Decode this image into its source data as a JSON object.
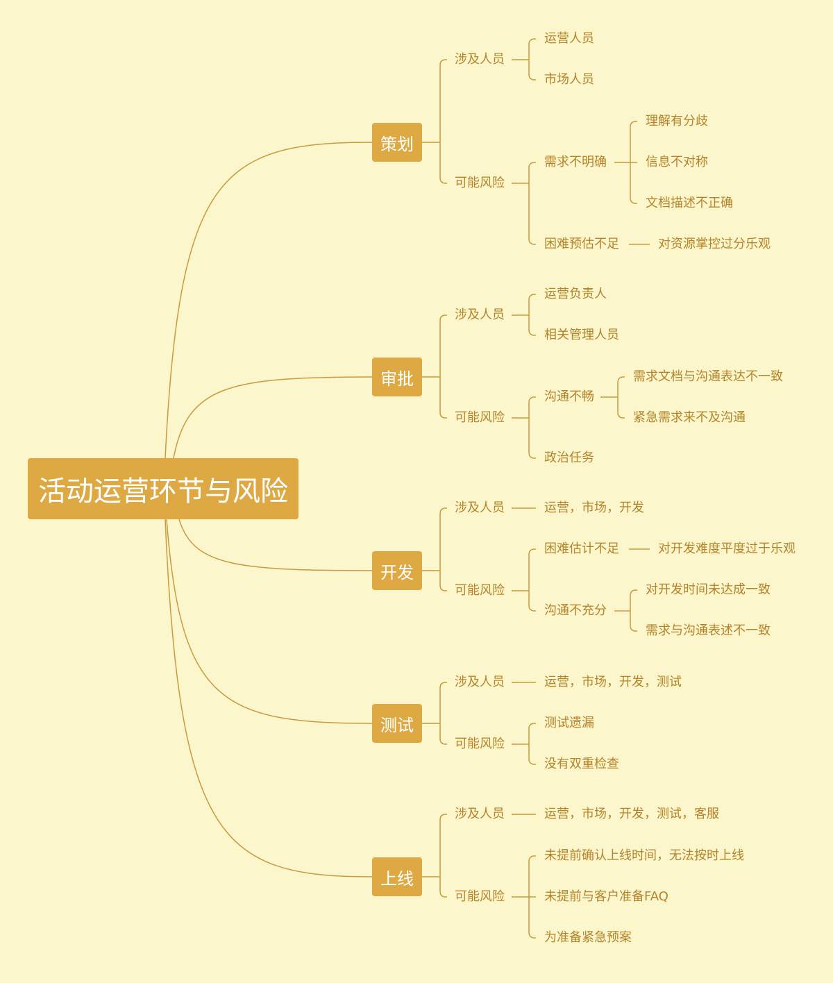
{
  "title": "活动运营环节与风险",
  "colors": {
    "background": "#FCF6CC",
    "node": "#DEA942",
    "line": "#C89B3C",
    "text": "#B5842A"
  },
  "stages": [
    {
      "label": "策划",
      "people": {
        "label": "涉及人员",
        "items": [
          "运营人员",
          "市场人员"
        ]
      },
      "risks": {
        "label": "可能风险",
        "items": [
          {
            "label": "需求不明确",
            "children": [
              "理解有分歧",
              "信息不对称",
              "文档描述不正确"
            ]
          },
          {
            "label": "困难预估不足",
            "children": [
              "对资源掌控过分乐观"
            ]
          }
        ]
      }
    },
    {
      "label": "审批",
      "people": {
        "label": "涉及人员",
        "items": [
          "运营负责人",
          "相关管理人员"
        ]
      },
      "risks": {
        "label": "可能风险",
        "items": [
          {
            "label": "沟通不畅",
            "children": [
              "需求文档与沟通表达不一致",
              "紧急需求来不及沟通"
            ]
          },
          {
            "label": "政治任务",
            "children": []
          }
        ]
      }
    },
    {
      "label": "开发",
      "people": {
        "label": "涉及人员",
        "items": [
          "运营，市场，开发"
        ]
      },
      "risks": {
        "label": "可能风险",
        "items": [
          {
            "label": "困难估计不足",
            "children": [
              "对开发难度平度过于乐观"
            ]
          },
          {
            "label": "沟通不充分",
            "children": [
              "对开发时间未达成一致",
              "需求与沟通表述不一致"
            ]
          }
        ]
      }
    },
    {
      "label": "测试",
      "people": {
        "label": "涉及人员",
        "items": [
          "运营，市场，开发，测试"
        ]
      },
      "risks": {
        "label": "可能风险",
        "items": [
          {
            "label": "测试遗漏",
            "children": []
          },
          {
            "label": "没有双重检查",
            "children": []
          }
        ]
      }
    },
    {
      "label": "上线",
      "people": {
        "label": "涉及人员",
        "items": [
          "运营，市场，开发，测试，客服"
        ]
      },
      "risks": {
        "label": "可能风险",
        "items": [
          {
            "label": "未提前确认上线时间，无法按时上线",
            "children": []
          },
          {
            "label": "未提前与客户准备FAQ",
            "children": []
          },
          {
            "label": "为准备紧急预案",
            "children": []
          }
        ]
      }
    }
  ]
}
